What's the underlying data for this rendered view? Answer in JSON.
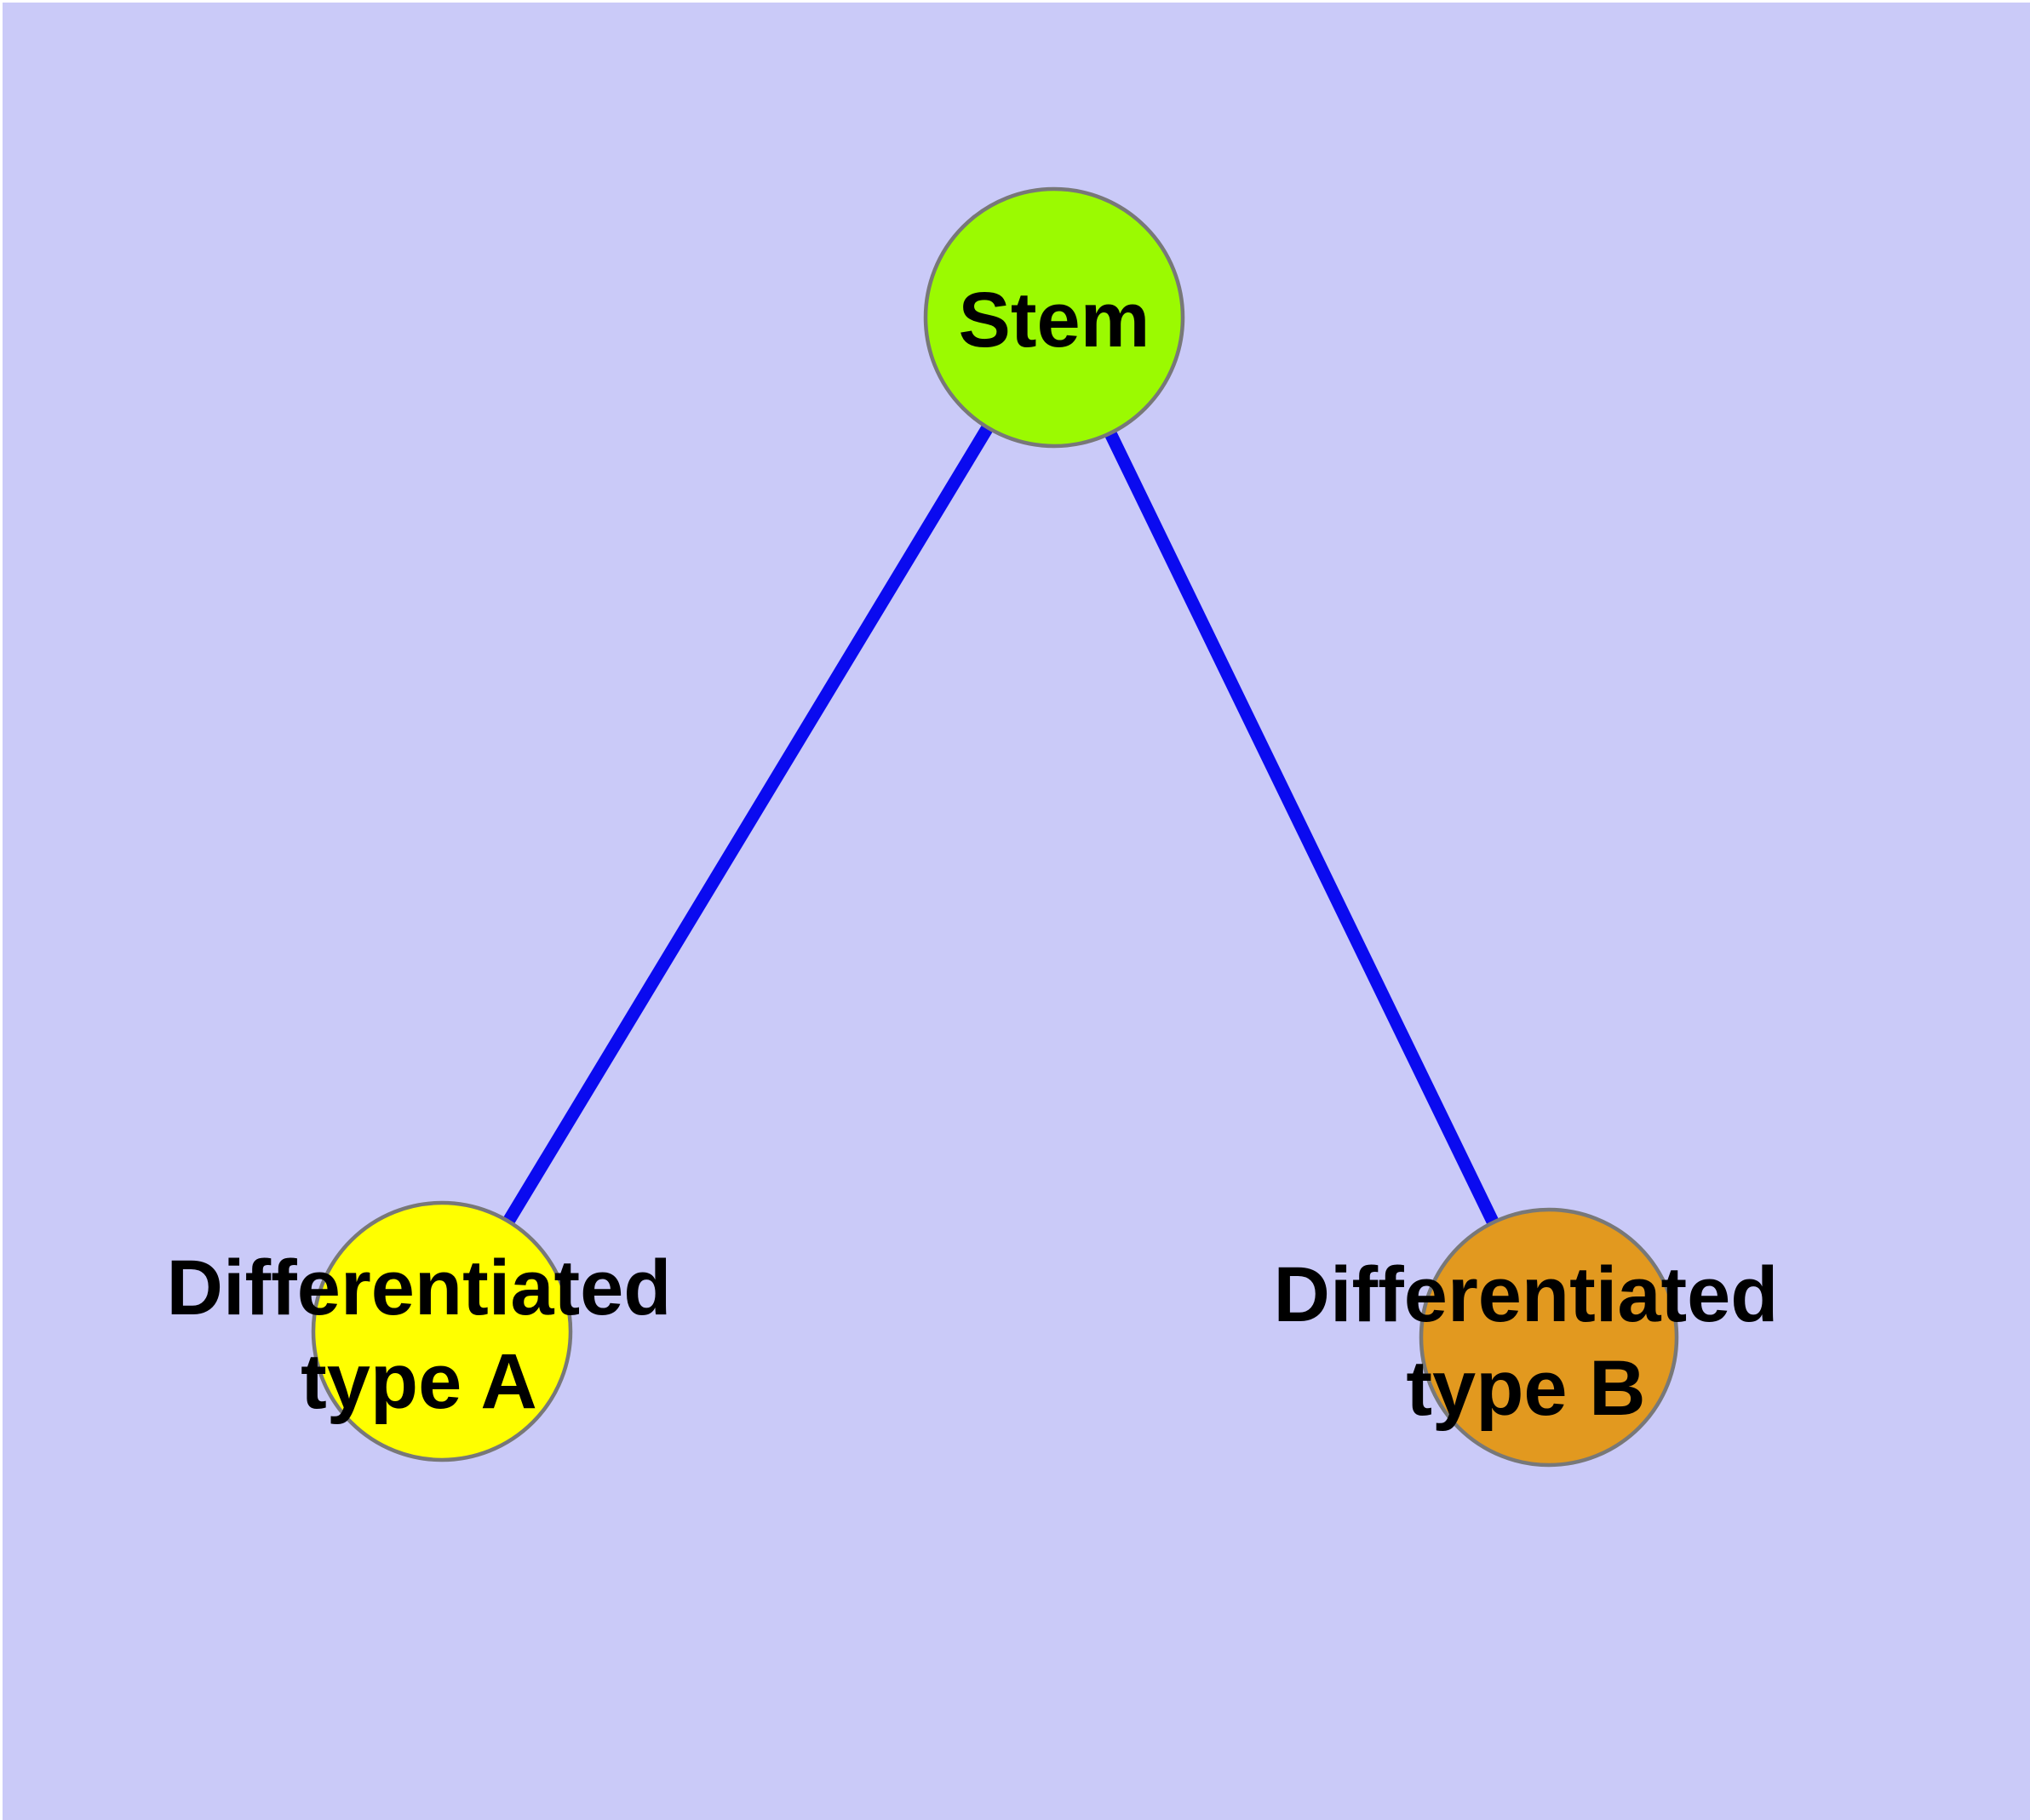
{
  "diagram": {
    "type": "graph",
    "background_color": "#CACAF8",
    "frame_color": "#FFFFFF",
    "edge_color": "#0A0AF0",
    "node_border_color": "#787878",
    "text_color": "#000000",
    "nodes": [
      {
        "id": "stem",
        "label": "Stem",
        "color": "#9BFA01"
      },
      {
        "id": "type-a",
        "label_line1": "Differentiated",
        "label_line2": "type A",
        "color": "#FFFF00"
      },
      {
        "id": "type-b",
        "label_line1": "Differentiated",
        "label_line2": "type B",
        "color": "#E2991F"
      }
    ],
    "edges": [
      {
        "from": "stem",
        "to": "type-a"
      },
      {
        "from": "stem",
        "to": "type-b"
      }
    ]
  }
}
